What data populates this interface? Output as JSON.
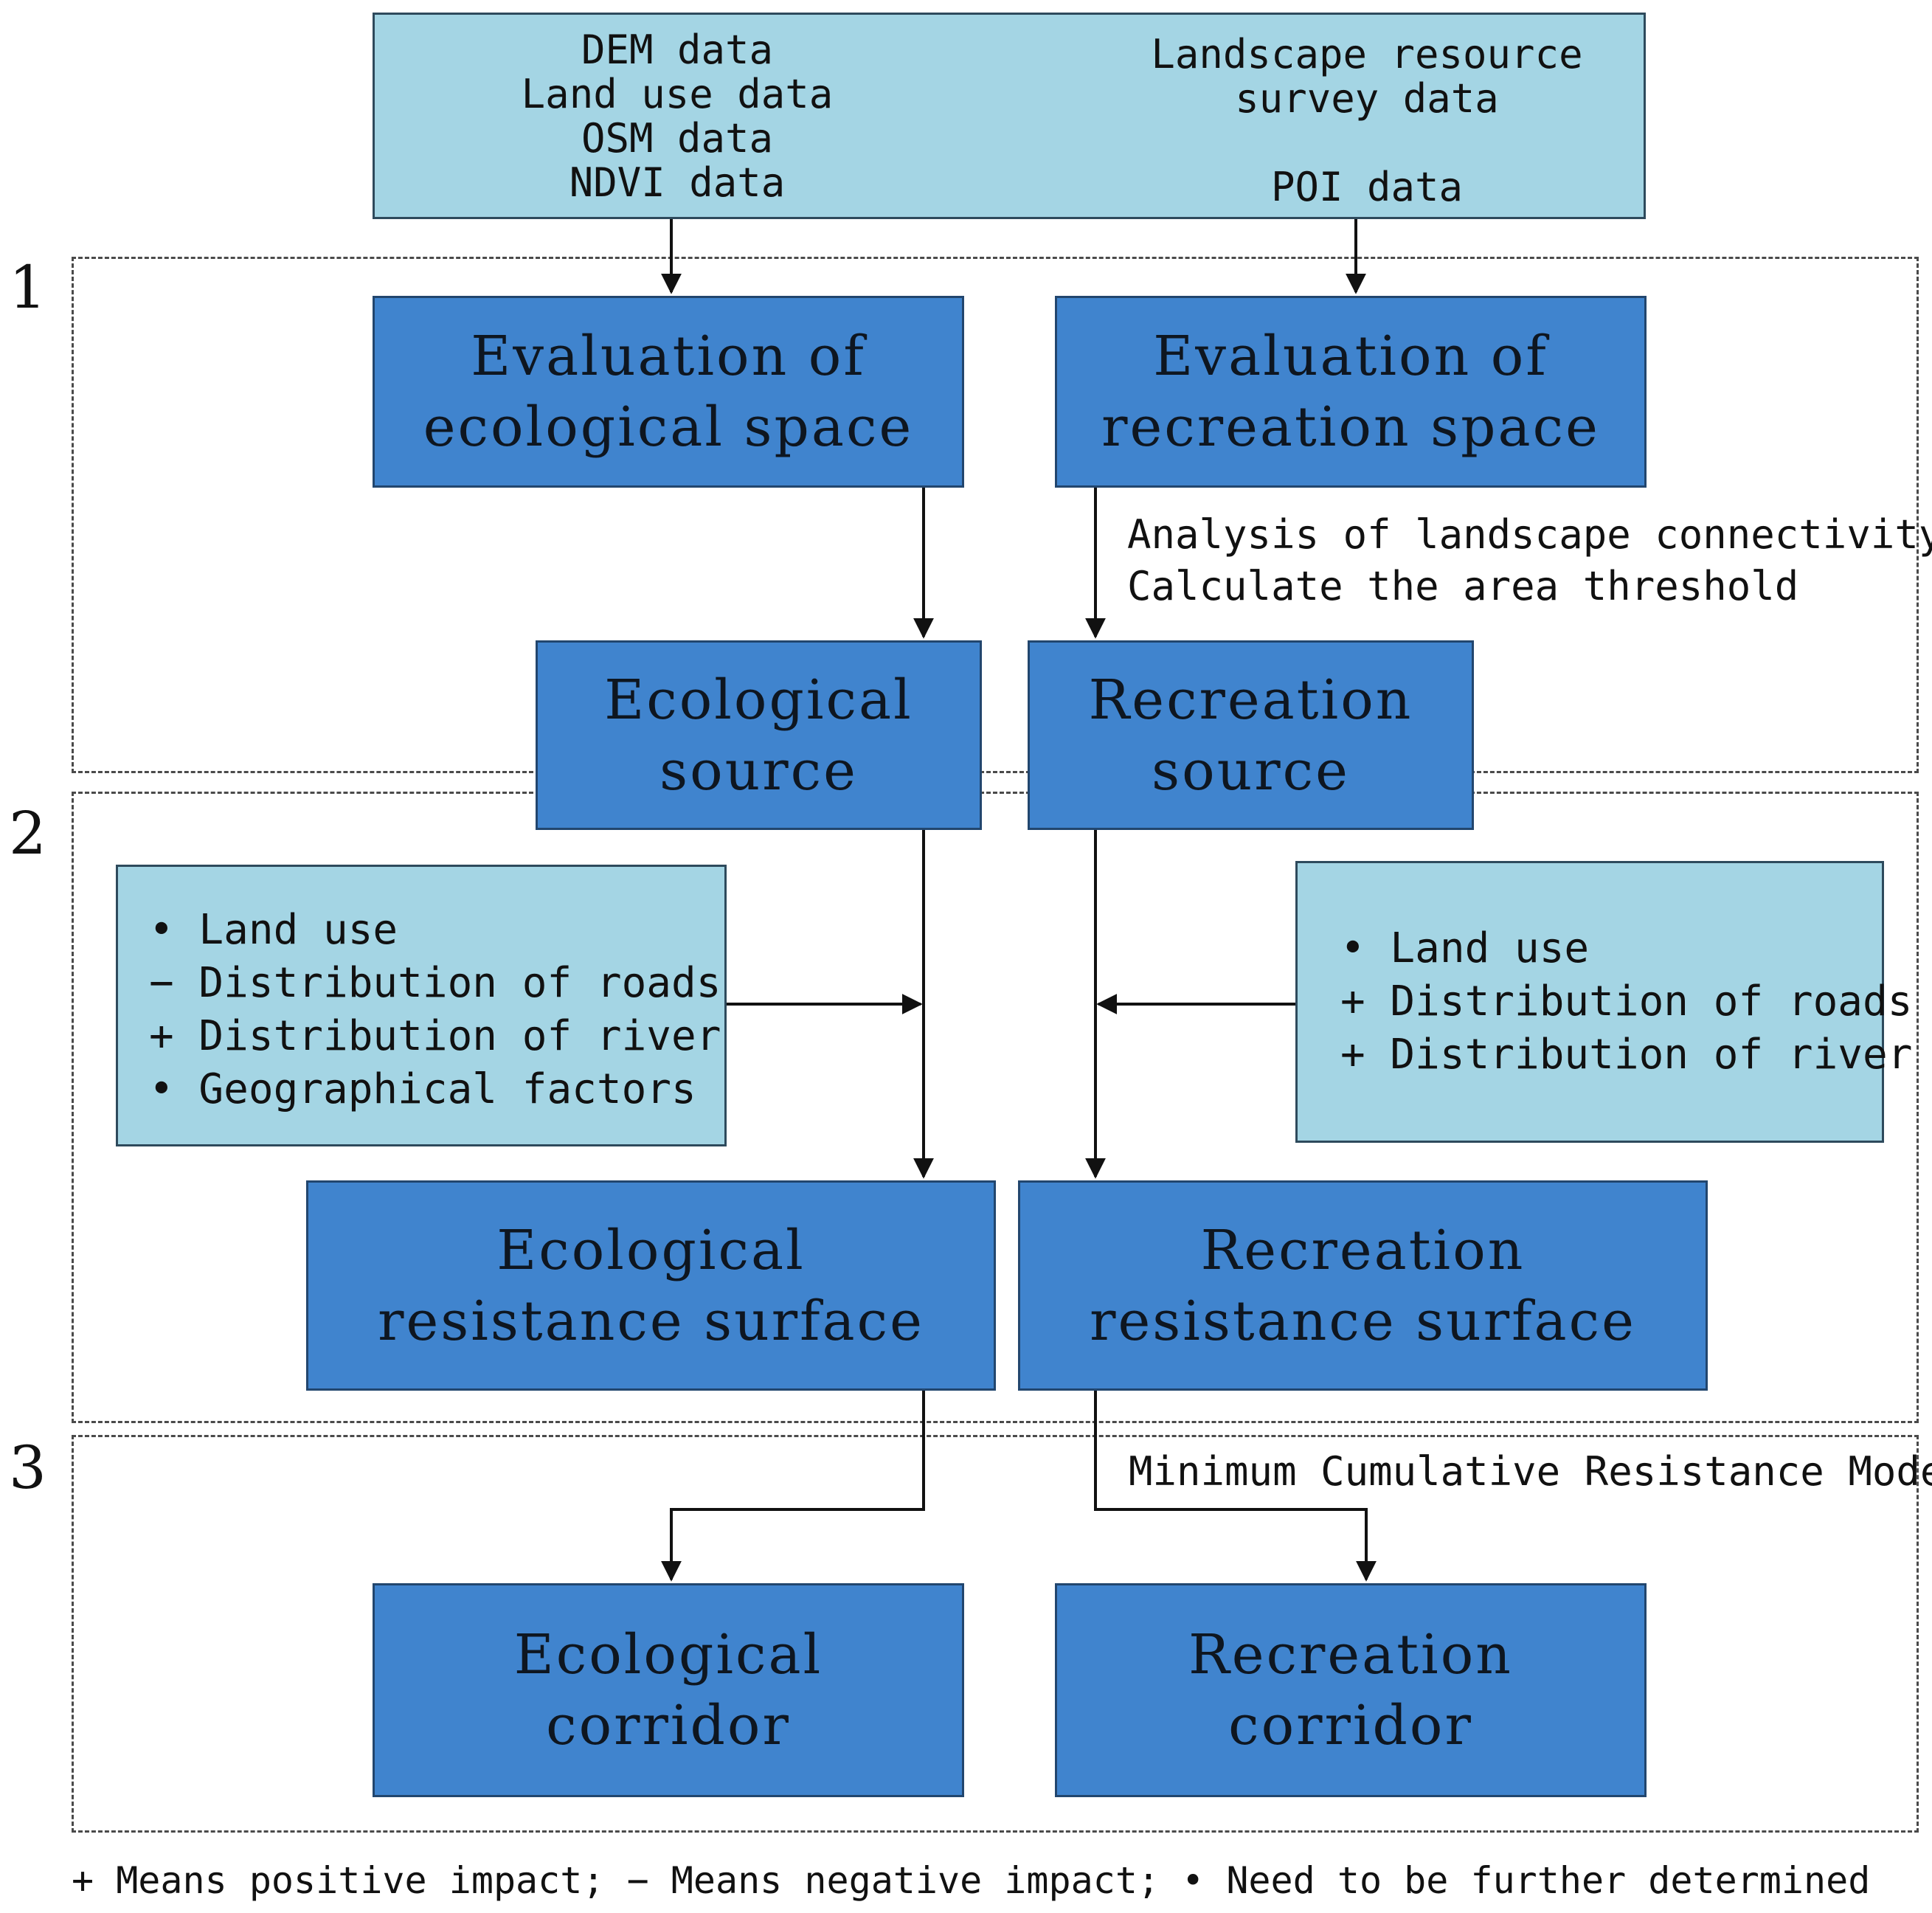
{
  "inputs": {
    "left_lines": [
      "DEM data",
      "Land use data",
      "OSM data",
      "NDVI data"
    ],
    "right_lines": [
      "Landscape resource",
      "survey data",
      "",
      "POI data"
    ]
  },
  "sections": [
    "1",
    "2",
    "3"
  ],
  "boxes": {
    "eval_ecological": [
      "Evaluation of",
      "ecological space"
    ],
    "eval_recreation": [
      "Evaluation of",
      "recreation space"
    ],
    "eco_source": [
      "Ecological",
      "source"
    ],
    "rec_source": [
      "Recreation",
      "source"
    ],
    "eco_resistance": [
      "Ecological",
      "resistance surface"
    ],
    "rec_resistance": [
      "Recreation",
      "resistance surface"
    ],
    "eco_corridor": [
      "Ecological",
      "corridor"
    ],
    "rec_corridor": [
      "Recreation",
      "corridor"
    ]
  },
  "annotations": {
    "connectivity": [
      "Analysis of landscape connectivity",
      "Calculate the area threshold"
    ],
    "mcr_model": "Minimum Cumulative Resistance Model"
  },
  "factors": {
    "ecological": [
      "• Land use",
      "− Distribution of roads",
      "+ Distribution of river",
      "• Geographical factors"
    ],
    "recreation": [
      "• Land use",
      "+ Distribution of roads",
      "+ Distribution of river"
    ]
  },
  "legend": "+ Means positive impact; − Means negative impact; • Need to be further determined",
  "colors": {
    "light_box": "#a4d5e4",
    "dark_box": "#4084ce",
    "line": "#111111"
  }
}
